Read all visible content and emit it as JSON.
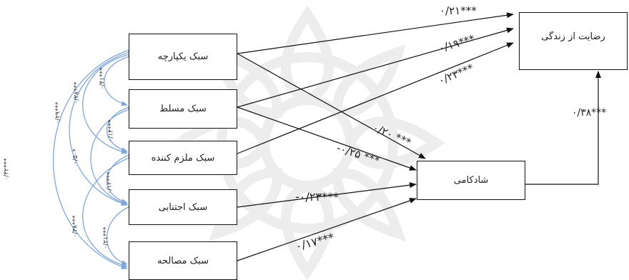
{
  "boxes": {
    "integrated": "سبک یکپارچه",
    "dominating": "سبک مسلط",
    "obliging": "سبک ملزم کننده",
    "avoiding": "سبک اجتنابی",
    "compromising": "سبک مصالحه",
    "life_satisfaction": "رضایت از زندگی",
    "happiness": "شادکامی"
  },
  "coefficients": {
    "integrated_to_satisfaction": "۰/۲۱***",
    "dominating_to_satisfaction": "۰/۱۹***",
    "obliging_to_satisfaction": "۰/۲۳***",
    "integrated_to_happiness": "۰/۲۰ ***",
    "dominating_to_happiness": "-۰/۲۵ ***",
    "avoiding_to_happiness": "-۰/۲۳***",
    "compromising_to_happiness": "۰/۱۷***",
    "happiness_to_satisfaction": "۰/۳۸***"
  },
  "correlations": {
    "c1": "۰/۴۱***",
    "c2": "۰/۳۸***",
    "c3": "۰/۱۴***",
    "c4": "۰/۲۹***",
    "c5": "۰/۵۰*",
    "c6": "۰/۱۲***",
    "c7": "۰/۳۸***",
    "c8": "۰/۲۱***",
    "c9": "۰/۳۲***"
  },
  "colors": {
    "correlation_arrow": "#7da7dd",
    "path_arrow": "#111111",
    "watermark": "#e9e9e9"
  }
}
